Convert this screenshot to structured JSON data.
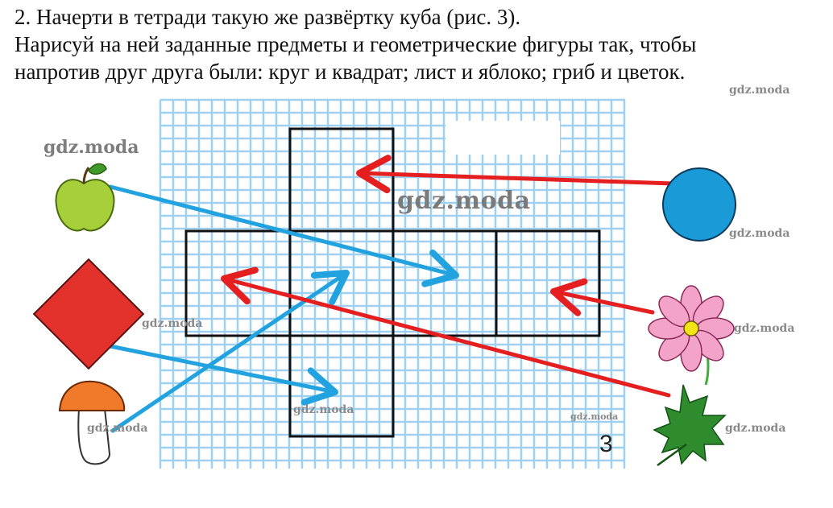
{
  "task": {
    "line1": "2. Начерти в тетради такую же развёртку куба (рис. 3).",
    "line2": "Нарисуй на ней заданные предметы и геометрические фигуры так, чтобы",
    "line3": "напротив друг друга были: круг и квадрат; лист и яблоко; гриб и цветок."
  },
  "figure": {
    "number": "3",
    "objects": [
      {
        "id": "apple",
        "icon": "apple-icon",
        "color": "#a6cf3a"
      },
      {
        "id": "square",
        "icon": "red-square-icon",
        "color": "#e3322b"
      },
      {
        "id": "mushroom",
        "icon": "mushroom-icon",
        "color": "#f07a2a"
      },
      {
        "id": "circle",
        "icon": "blue-circle-icon",
        "color": "#1a9ad6"
      },
      {
        "id": "flower",
        "icon": "flower-icon",
        "color": "#f3a3c8"
      },
      {
        "id": "leaf",
        "icon": "maple-leaf-icon",
        "color": "#2e8b2e"
      }
    ],
    "arrow_colors": {
      "blue": "#22a3e0",
      "red": "#e51f1f"
    },
    "grid_color": "#9fd0ee"
  },
  "watermark": "gdz.moda"
}
